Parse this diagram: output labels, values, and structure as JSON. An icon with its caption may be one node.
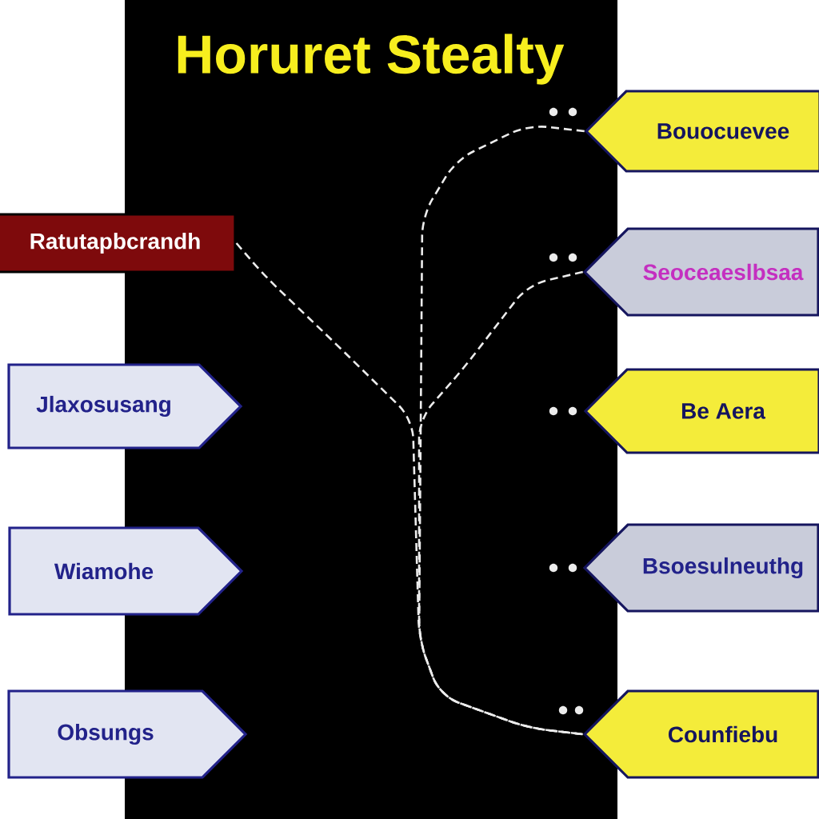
{
  "diagram": {
    "title": "Horuret Stealty",
    "nodes": [
      {
        "text": [
          "Ratutapbcrandh"
        ]
      },
      {
        "text": [
          "Jlaxosusang"
        ]
      },
      {
        "text": [
          "Wiamohe"
        ]
      },
      {
        "text": [
          "Obsungs"
        ]
      },
      {
        "text": [
          "Bouocuevee"
        ]
      },
      {
        "text": [
          "Seoceaeslbsaa"
        ]
      },
      {
        "text": [
          "Be Aera"
        ]
      },
      {
        "text": [
          "Bsoesulneuthg"
        ]
      },
      {
        "text": [
          "Counfiebu"
        ]
      }
    ],
    "edges": [
      {
        "from": 0,
        "to": 8,
        "arrow": "none",
        "style": "dashed"
      },
      {
        "from": 4,
        "to": 8,
        "arrow": "none",
        "style": "dashed"
      },
      {
        "from": 5,
        "to": 8,
        "arrow": "none",
        "style": "dashed"
      }
    ]
  }
}
